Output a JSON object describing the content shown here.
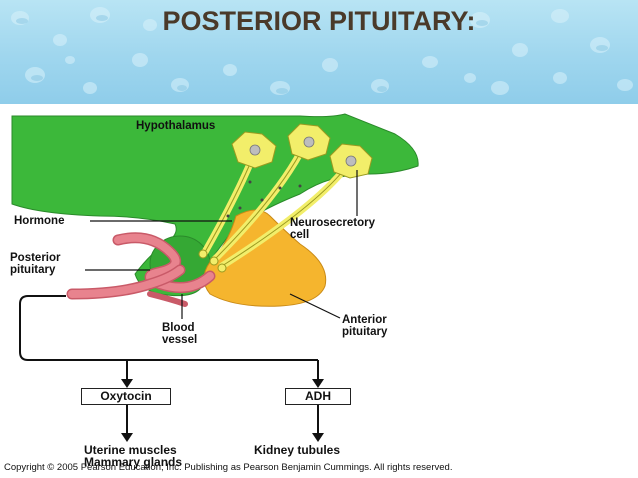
{
  "slide": {
    "title": "POSTERIOR PITUITARY:"
  },
  "diagram": {
    "labels": {
      "hypothalamus": "Hypothalamus",
      "hormone": "Hormone",
      "neurosecretory_1": "Neurosecretory",
      "neurosecretory_2": "cell",
      "posterior_1": "Posterior",
      "posterior_2": "pituitary",
      "blood_1": "Blood",
      "blood_2": "vessel",
      "anterior_1": "Anterior",
      "anterior_2": "pituitary"
    },
    "boxes": {
      "oxytocin": "Oxytocin",
      "adh": "ADH"
    },
    "targets": {
      "oxytocin_1": "Uterine muscles",
      "oxytocin_2": "Mammary glands",
      "adh_1": "Kidney tubules"
    },
    "colors": {
      "hypothalamus": "#3cb83a",
      "anterior": "#f5b52e",
      "neuron": "#f2ee6a",
      "vessel": "#e8838e"
    }
  },
  "footer": {
    "copyright": "Copyright © 2005 Pearson Education, Inc. Publishing as Pearson Benjamin Cummings. All rights reserved."
  }
}
